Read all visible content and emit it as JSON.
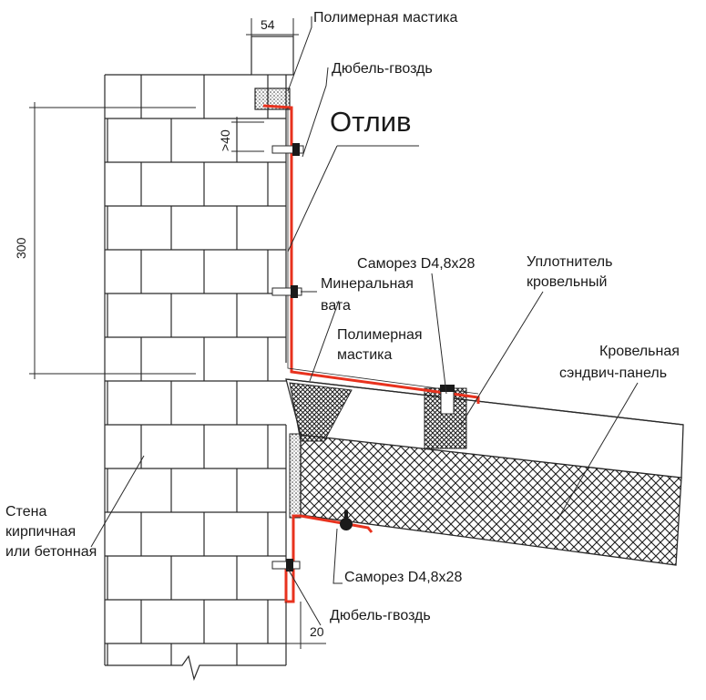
{
  "labels": {
    "mastic_top": "Полимерная мастика",
    "dowel_top": "Дюбель-гвоздь",
    "flashing": "Отлив",
    "screw_top": "Саморез D4,8х28",
    "sealant_1": "Уплотнитель",
    "sealant_2": "кровельный",
    "wool_1": "Минеральная",
    "wool_2": "вата",
    "mastic_mid_1": "Полимерная",
    "mastic_mid_2": "мастика",
    "panel_1": "Кровельная",
    "panel_2": "сэндвич-панель",
    "wall_1": "Стена",
    "wall_2": "кирпичная",
    "wall_3": "или бетонная",
    "screw_bottom": "Саморез D4,8х28",
    "dowel_bottom": "Дюбель-гвоздь"
  },
  "dimensions": {
    "top_width": "54",
    "gap": ">40",
    "height": "300",
    "bottom_gap": "20"
  },
  "colors": {
    "flashing": "#e8321e",
    "lines": "#2a2a2a",
    "hatch": "#1c1c1c"
  }
}
